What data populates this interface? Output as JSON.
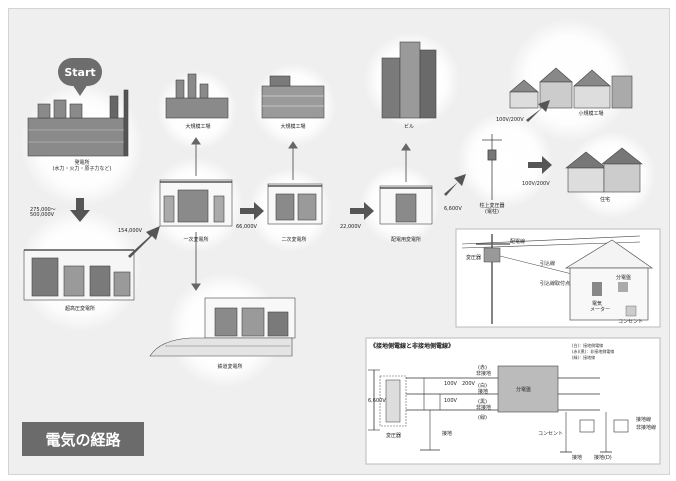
{
  "title": "電気の経路",
  "start": "Start",
  "facilities": {
    "power_plant": "発電所",
    "power_plant_sub": "(水力・火力・原子力など)",
    "ultra_high_substation": "超高圧変電所",
    "primary_substation": "一次変電所",
    "secondary_substation": "二次変電所",
    "distribution_substation": "配電用変電所",
    "railway_substation": "鉄道変電所",
    "large_factory_1": "大規模工場",
    "large_factory_2": "大規模工場",
    "building": "ビル",
    "small_factory": "小規模工場",
    "pole_transformer": "柱上変圧器",
    "pole_transformer_sub": "(電柱)",
    "house": "住宅"
  },
  "voltages": {
    "v275": "275,000～",
    "v500": "500,000V",
    "v154": "154,000V",
    "v66": "66,000V",
    "v22": "22,000V",
    "v6600": "6,600V",
    "v100_200_a": "100V/200V",
    "v100_200_b": "100V/200V"
  },
  "wiring_panel": {
    "distribution_line": "配電線",
    "transformer": "変圧器",
    "service_wire": "引込線",
    "service_fitting": "引込線取付点",
    "meter_label": "電気",
    "meter_label2": "メーター",
    "breaker": "分電盤",
    "outlet": "コンセント"
  },
  "grounding_panel": {
    "title": "《接地側電線と非接地側電線》",
    "legend": [
      "(白)：接地側電線",
      "(赤)(黒)：非接地側電線",
      "(緑)：接地線"
    ],
    "v6600": "6,600V",
    "v100a": "100V",
    "v100b": "100V",
    "v200": "200V",
    "transformer": "変圧器",
    "breaker": "分電盤",
    "outlet": "コンセント",
    "red": "(赤)",
    "red2": "非接地",
    "white": "(白)",
    "white2": "接地",
    "black": "(黒)",
    "black2": "非接地",
    "green": "(緑)",
    "ground": "接地",
    "ground_a": "接地",
    "ground_mark": "接地(D)",
    "legend2a": "接地線",
    "legend2b": "非接地線"
  },
  "colors": {
    "background": "#efefef",
    "arrow": "#555555",
    "glow": "#ffffff",
    "building": "#8a8a8a",
    "title_bg": "#6b6b6b"
  }
}
